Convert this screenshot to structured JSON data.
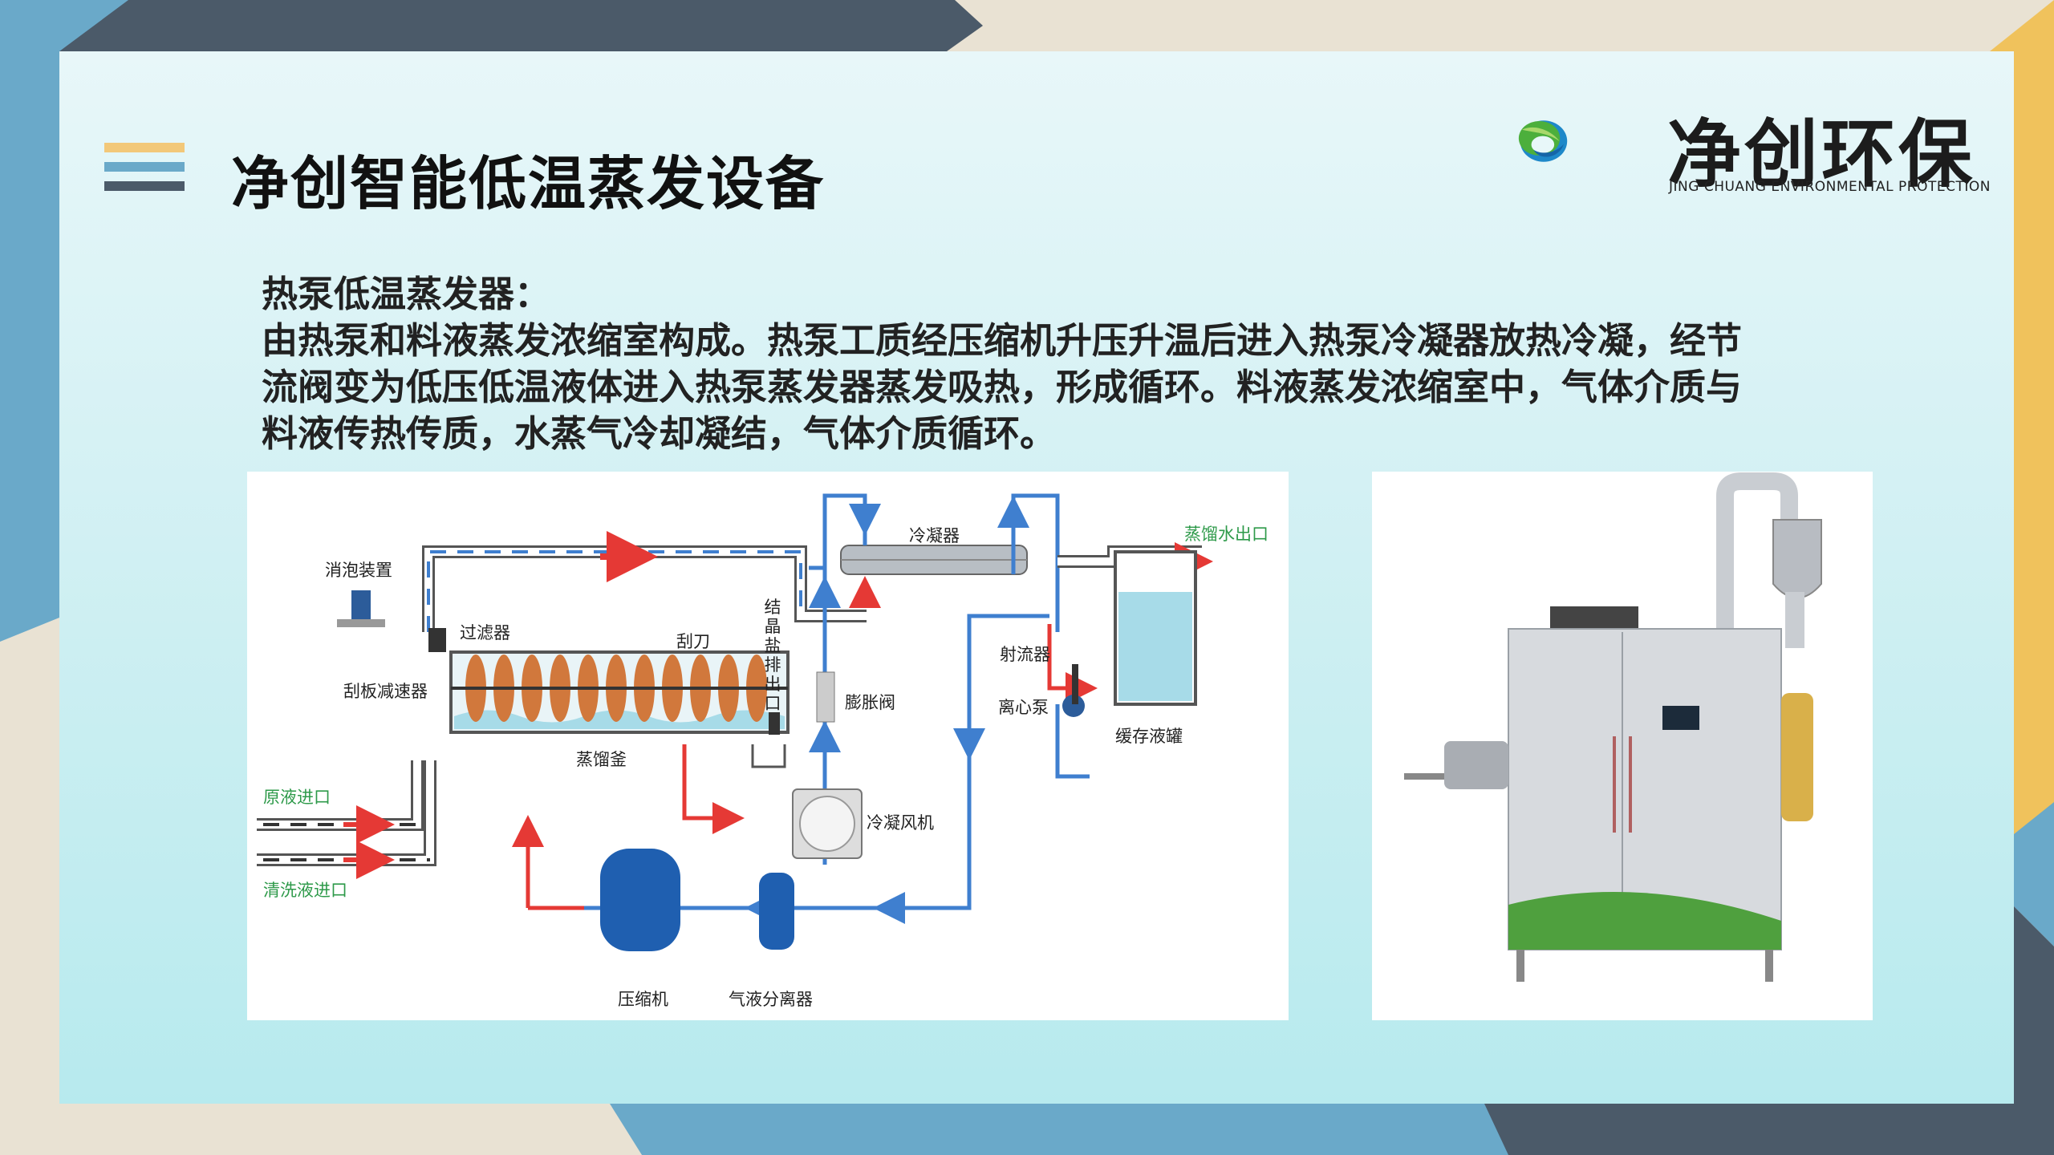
{
  "page": {
    "title": "净创智能低温蒸发设备"
  },
  "logo": {
    "name": "净创环保",
    "subtitle": "JING CHUANG ENVIRONMENTAL PROTECTION"
  },
  "description": {
    "heading": "热泵低温蒸发器：",
    "line1": "由热泵和料液蒸发浓缩室构成。热泵工质经压缩机升压升温后进入热泵冷凝器放热冷凝，经节",
    "line2": "流阀变为低压低温液体进入热泵蒸发器蒸发吸热，形成循环。料液蒸发浓缩室中，气体介质与",
    "line3": "料液传热传质，水蒸气冷却凝结，气体介质循环。"
  },
  "diagram": {
    "labels": {
      "defoamer": "消泡装置",
      "filter": "过滤器",
      "scraper": "刮刀",
      "reducer": "刮板减速器",
      "still": "蒸馏釜",
      "crystal_outlet": "结晶盐排出口",
      "expansion_valve": "膨胀阀",
      "condenser": "冷凝器",
      "ejector": "射流器",
      "centrifugal_pump": "离心泵",
      "buffer_tank": "缓存液罐",
      "distilled_outlet": "蒸馏水出口",
      "feed_inlet": "原液进口",
      "wash_inlet": "清洗液进口",
      "condenser_fan": "冷凝风机",
      "compressor": "压缩机",
      "separator": "气液分离器"
    }
  },
  "colors": {
    "red_line": "#e53935",
    "blue_line": "#3f7fcf",
    "green_brand": "#2e9a4a",
    "bar1": "#f2c879",
    "bar2": "#6aa9c9",
    "bar3": "#4b5a69"
  }
}
